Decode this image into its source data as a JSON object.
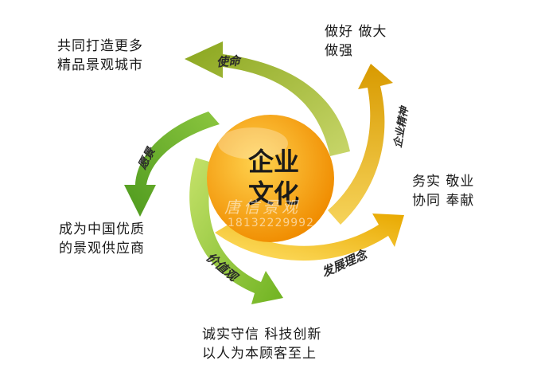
{
  "center": {
    "line1": "企业",
    "line2": "文化",
    "watermark_text": "唐信景观",
    "watermark_phone": "18132229992",
    "colors": {
      "inner": "#ffd24d",
      "outer": "#f08c00"
    }
  },
  "arrows": [
    {
      "label": "使命",
      "color": "#8aa61e",
      "color_light": "#c8d66a"
    },
    {
      "label": "愿景",
      "color": "#4e9a1e",
      "color_light": "#8cc63f"
    },
    {
      "label": "价值观",
      "color": "#6fb321",
      "color_light": "#c6e26a"
    },
    {
      "label": "发展理念",
      "color": "#e8a800",
      "color_light": "#ffe066"
    },
    {
      "label": "企业精神",
      "color": "#d89a00",
      "color_light": "#f6d35a"
    }
  ],
  "texts": {
    "mission_line1": "共同打造更多",
    "mission_line2": "精品景观城市",
    "vision_line1": "成为中国优质",
    "vision_line2": "的景观供应商",
    "values_line1": "诚实守信 科技创新",
    "values_line2": "以人为本顾客至上",
    "development_line1": "务实 敬业",
    "development_line2": "协同 奉献",
    "spirit_line1": "做好 做大",
    "spirit_line2": "做强"
  }
}
